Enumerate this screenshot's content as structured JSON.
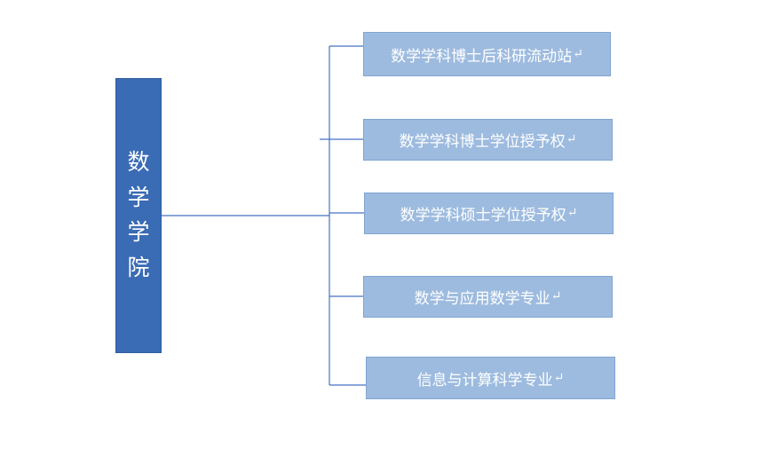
{
  "diagram": {
    "type": "org-chart",
    "root": {
      "label": "数学学院",
      "chars": [
        "数",
        "学",
        "学",
        "院"
      ],
      "fill": "#3A6BB5",
      "text_color": "#FFFFFF"
    },
    "branch_color": "#4472C4",
    "leaf_fill": "#9DBBDF",
    "leaf_text_color": "#FFFFFF",
    "leaves": [
      {
        "label": "数学学科博士后科研流动站",
        "mark": "↵"
      },
      {
        "label": "数学学科博士学位授予权",
        "mark": "↵"
      },
      {
        "label": "数学学科硕士学位授予权",
        "mark": "↵"
      },
      {
        "label": "数学与应用数学专业",
        "mark": "↵"
      },
      {
        "label": "信息与计算科学专业",
        "mark": "↵"
      }
    ]
  }
}
